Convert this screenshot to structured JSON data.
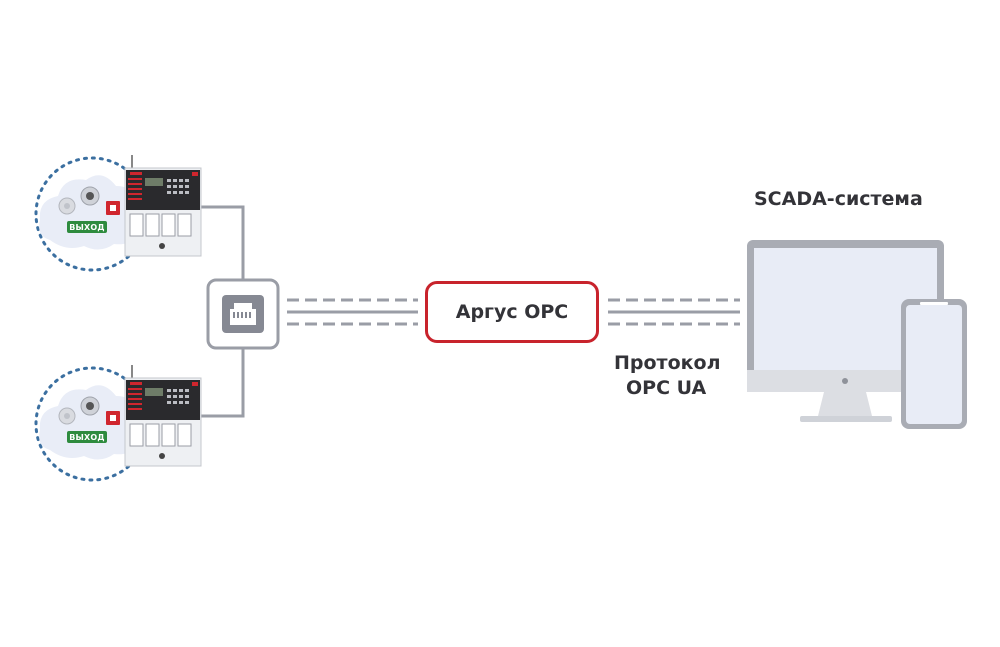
{
  "nodes": {
    "server": {
      "label": "Аргус OPC"
    },
    "scada": {
      "label": "SCADA-система"
    },
    "protocol": {
      "line1": "Протокол",
      "line2": "OPC UA"
    },
    "device_top": {
      "exit_sign": "ВЫХОД"
    },
    "device_bottom": {
      "exit_sign": "ВЫХОД"
    }
  },
  "colors": {
    "accent": "#c8232c",
    "line": "#9a9da6",
    "dots": "#3b6fa0",
    "exit_green": "#2e8b3e",
    "monitor_frame": "#a9acb4",
    "screen": "#e8ecf6"
  },
  "icons": [
    "ethernet-port-icon",
    "monitor-icon",
    "smartphone-icon",
    "fire-panel-icon",
    "smoke-detector-icon",
    "siren-icon",
    "call-point-icon"
  ]
}
